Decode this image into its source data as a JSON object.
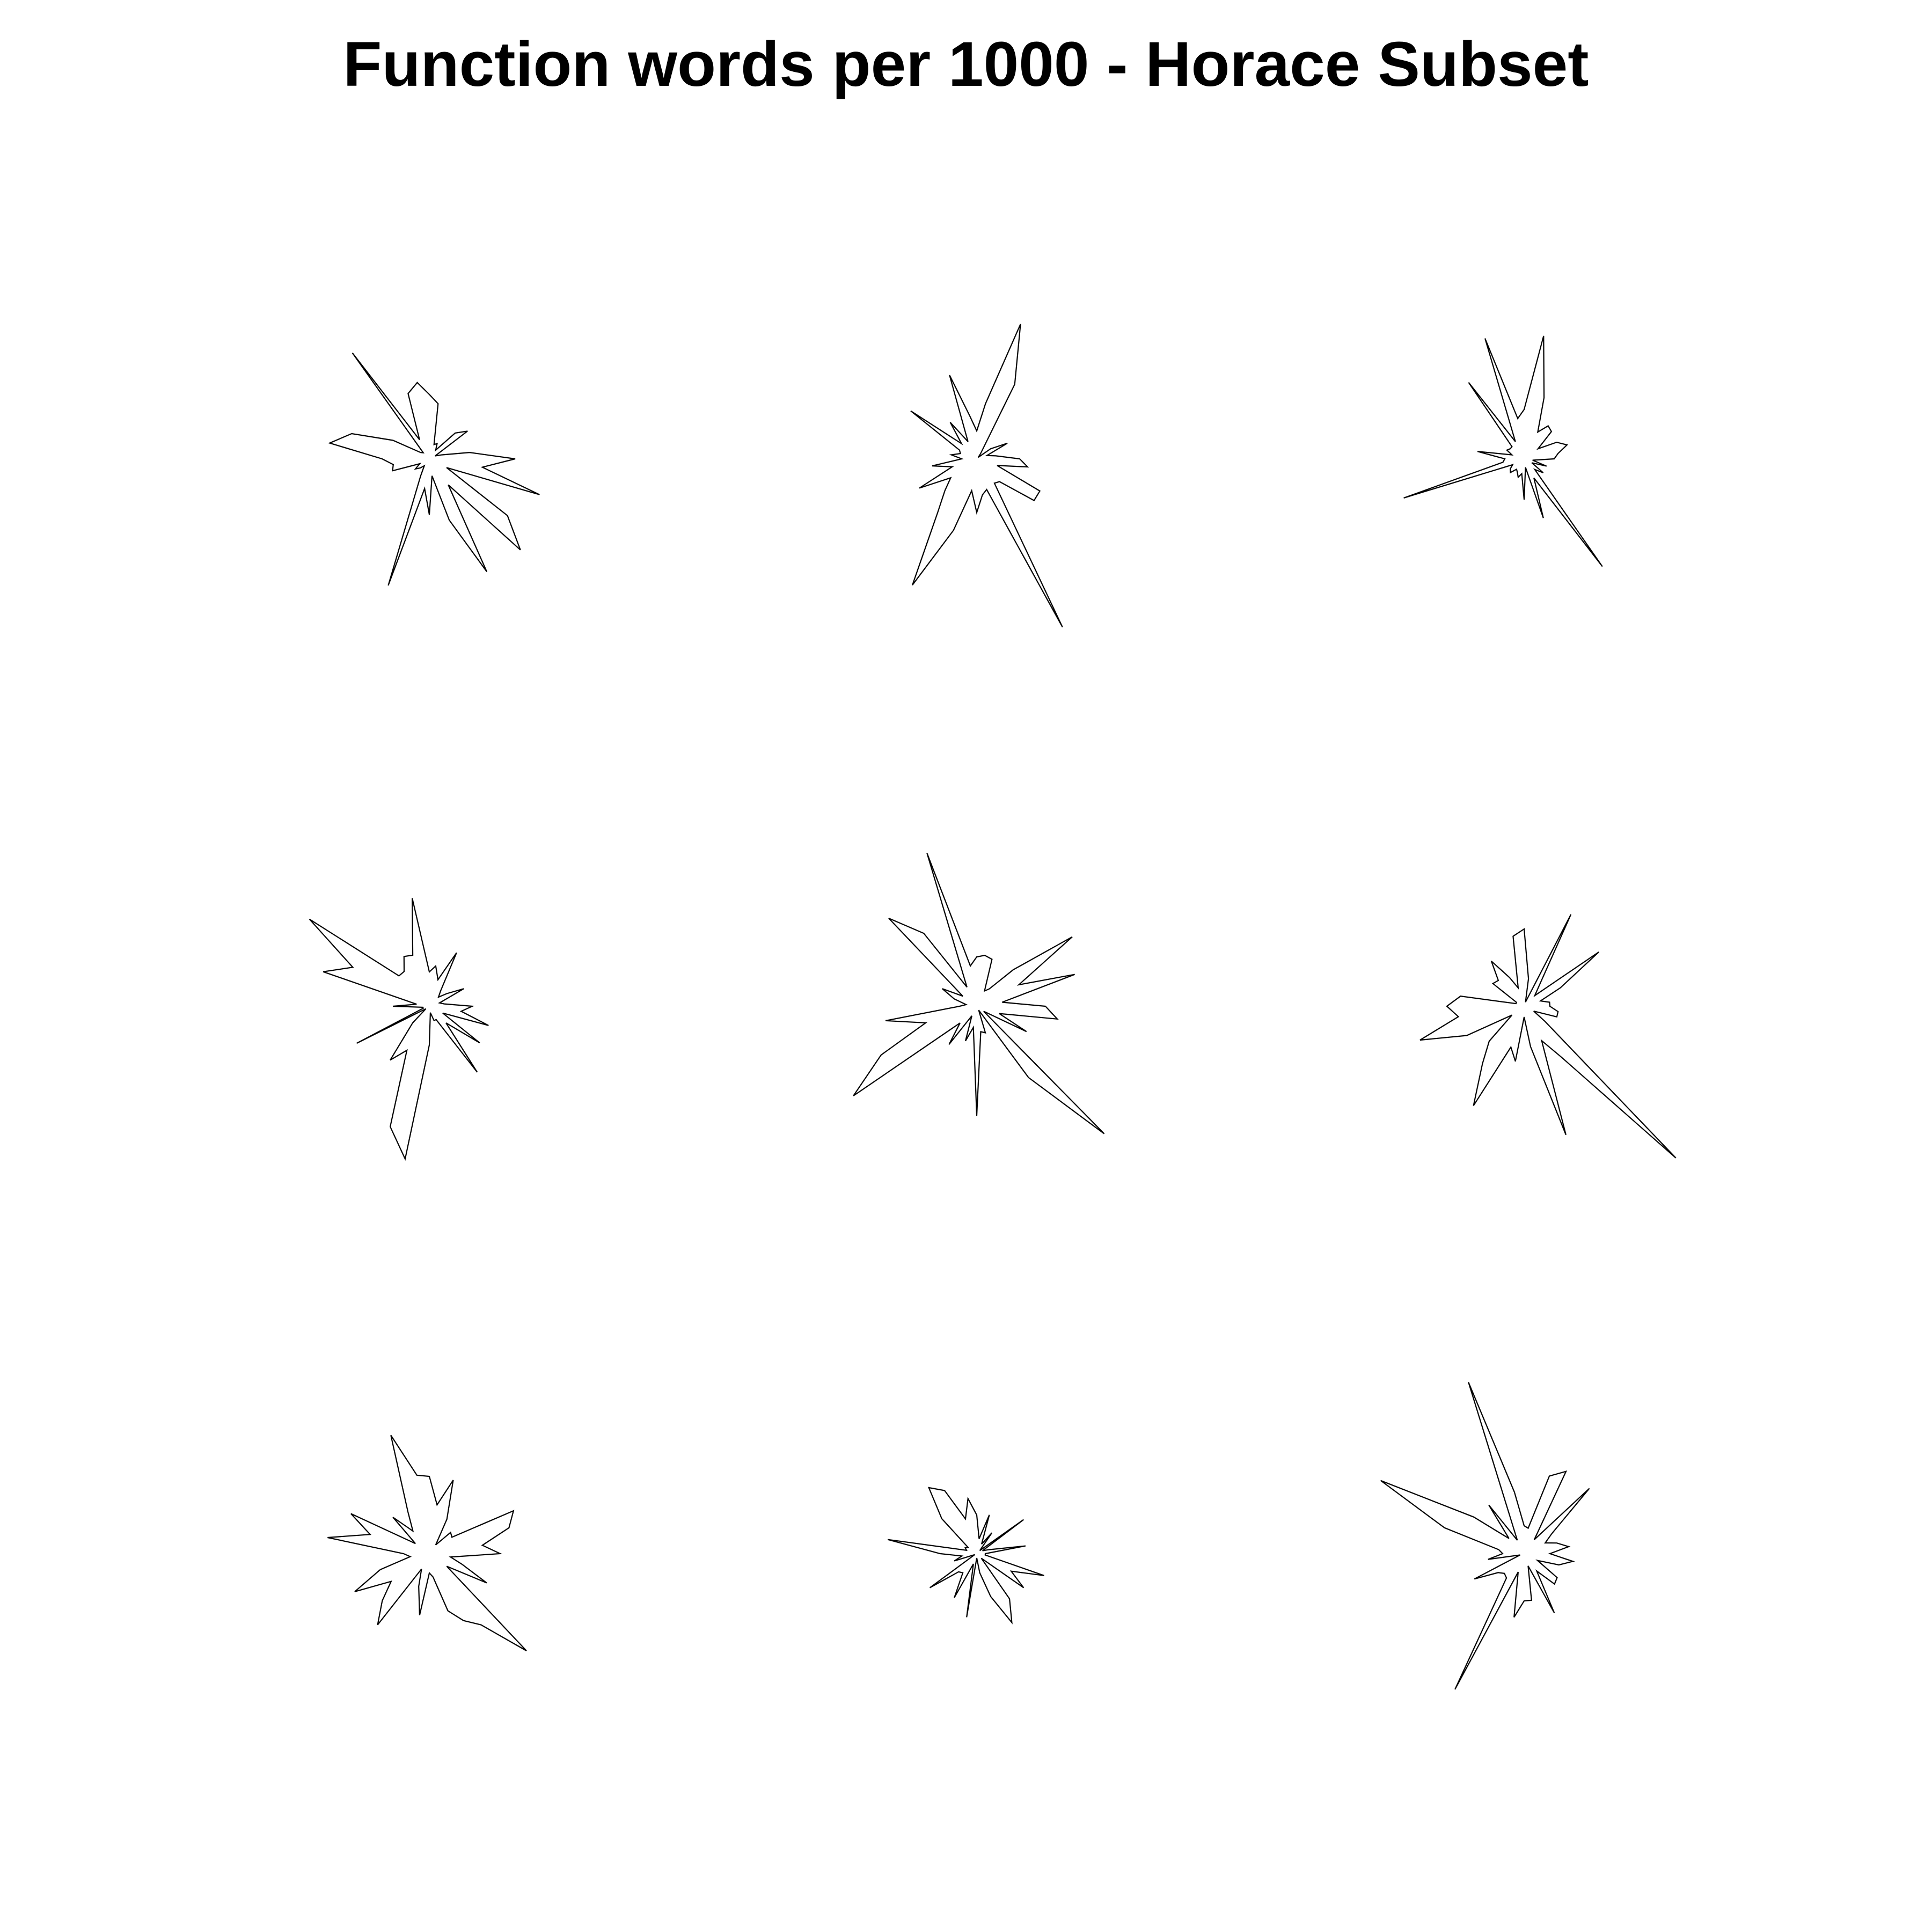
{
  "chart_data": {
    "type": "star",
    "title": "Function words per 1000 - Horace Subset",
    "layout": {
      "rows": 3,
      "cols": 3
    },
    "n_variables": 40,
    "value_max": 1.0,
    "stroke_color": "#000000",
    "background_color": "#ffffff",
    "stars": [
      {
        "index": 1,
        "values": [
          0.4,
          0.19,
          0.06,
          0.03,
          0.22,
          0.17,
          0.05,
          0.08,
          0.07,
          0.26,
          0.3,
          0.36,
          0.32,
          0.1,
          0.61,
          0.04,
          0.05,
          0.19,
          0.38,
          0.47,
          0.22,
          0.17,
          0.18,
          0.05,
          0.08,
          0.06,
          0.04,
          0.09,
          0.62,
          0.14,
          0.26,
          0.08,
          0.3,
          0.59,
          0.15,
          0.6,
          0.45,
          0.09,
          0.54,
          0.25
        ]
      },
      {
        "index": 2,
        "values": [
          0.2,
          0.09,
          0.05,
          0.16,
          0.08,
          0.01,
          0.03,
          0.39,
          0.66,
          0.26,
          0.13,
          0.2,
          0.41,
          0.09,
          0.21,
          0.1,
          0.38,
          0.09,
          0.08,
          0.12,
          0.07,
          0.21,
          0.12,
          0.3,
          0.15,
          0.21,
          0.31,
          0.66,
          0.35,
          0.15,
          0.25,
          0.17,
          0.15,
          0.88,
          0.14,
          0.15,
          0.33,
          0.33,
          0.1,
          0.24
        ]
      },
      {
        "index": 3,
        "values": [
          0.14,
          0.16,
          0.21,
          0.17,
          0.08,
          0.18,
          0.19,
          0.14,
          0.3,
          0.58,
          0.23,
          0.19,
          0.59,
          0.09,
          0.44,
          0.08,
          0.08,
          0.09,
          0.06,
          0.22,
          0.09,
          0.1,
          0.59,
          0.06,
          0.08,
          0.09,
          0.06,
          0.07,
          0.09,
          0.07,
          0.19,
          0.04,
          0.29,
          0.1,
          0.62,
          0.07,
          0.11,
          0.04,
          0.11,
          0.04
        ]
      },
      {
        "index": 4,
        "values": [
          0.2,
          0.07,
          0.05,
          0.18,
          0.1,
          0.06,
          0.09,
          0.28,
          0.13,
          0.19,
          0.16,
          0.51,
          0.25,
          0.26,
          0.2,
          0.2,
          0.69,
          0.4,
          0.52,
          0.06,
          0.17,
          0.03,
          0.03,
          0.38,
          0.02,
          0.11,
          0.31,
          0.23,
          0.59,
          0.72,
          0.18,
          0.03,
          0.07,
          0.07,
          0.38,
          0.11,
          0.29,
          0.07,
          0.29,
          0.15
        ]
      },
      {
        "index": 5,
        "values": [
          0.32,
          0.12,
          0.48,
          0.22,
          0.55,
          0.24,
          0.1,
          0.08,
          0.23,
          0.24,
          0.23,
          0.19,
          0.75,
          0.1,
          0.42,
          0.58,
          0.08,
          0.18,
          0.11,
          0.05,
          0.08,
          0.43,
          0.25,
          0.5,
          0.71,
          0.11,
          0.22,
          0.05,
          0.17,
          0.1,
          0.51,
          0.12,
          0.13,
          0.02,
          0.41,
          0.84,
          0.04,
          0.26,
          0.11,
          0.38
        ]
      },
      {
        "index": 6,
        "values": [
          0.12,
          0.12,
          0.08,
          0.19,
          0.43,
          0.07,
          0.12,
          0.48,
          0.02,
          0.13,
          0.36,
          0.33,
          0.09,
          0.15,
          0.26,
          0.17,
          0.18,
          0.04,
          0.04,
          0.3,
          0.36,
          0.31,
          0.51,
          0.3,
          0.07,
          0.23,
          0.33,
          0.52,
          0.2,
          0.26,
          0.05,
          0.19,
          0.63,
          0.18,
          0.29,
          1.0,
          0.12,
          0.05,
          0.16,
          0.16
        ]
      },
      {
        "index": 7,
        "values": [
          0.33,
          0.25,
          0.39,
          0.44,
          0.13,
          0.14,
          0.05,
          0.18,
          0.36,
          0.23,
          0.36,
          0.37,
          0.58,
          0.22,
          0.13,
          0.24,
          0.08,
          0.41,
          0.29,
          0.48,
          0.12,
          0.09,
          0.24,
          0.39,
          0.22,
          0.31,
          0.41,
          0.08,
          0.16,
          0.29,
          0.09,
          0.11,
          0.28,
          0.35,
          0.41,
          0.64,
          0.1,
          0.3,
          0.16,
          0.1
        ]
      },
      {
        "index": 8,
        "values": [
          0.04,
          0.23,
          0.06,
          0.03,
          0.27,
          0.02,
          0.12,
          0.05,
          0.19,
          0.07,
          0.18,
          0.26,
          0.17,
          0.33,
          0.38,
          0.23,
          0.05,
          0.06,
          0.05,
          0.42,
          0.17,
          0.07,
          0.11,
          0.01,
          0.27,
          0.12,
          0.11,
          0.23,
          0.05,
          0.3,
          0.02,
          0.09,
          0.21,
          0.36,
          0.26,
          0.03,
          0.27,
          0.18,
          0.33,
          0.04
        ]
      },
      {
        "index": 9,
        "values": [
          0.12,
          0.21,
          0.16,
          0.11,
          0.16,
          0.43,
          0.08,
          0.43,
          0.38,
          0.12,
          0.13,
          0.29,
          0.84,
          0.07,
          0.28,
          0.1,
          0.29,
          0.75,
          0.39,
          0.12,
          0.1,
          0.17,
          0.02,
          0.26,
          0.15,
          0.13,
          0.14,
          0.71,
          0.09,
          0.3,
          0.22,
          0.22,
          0.06,
          0.31,
          0.1,
          0.2,
          0.19,
          0.07,
          0.17,
          0.23
        ]
      }
    ]
  }
}
